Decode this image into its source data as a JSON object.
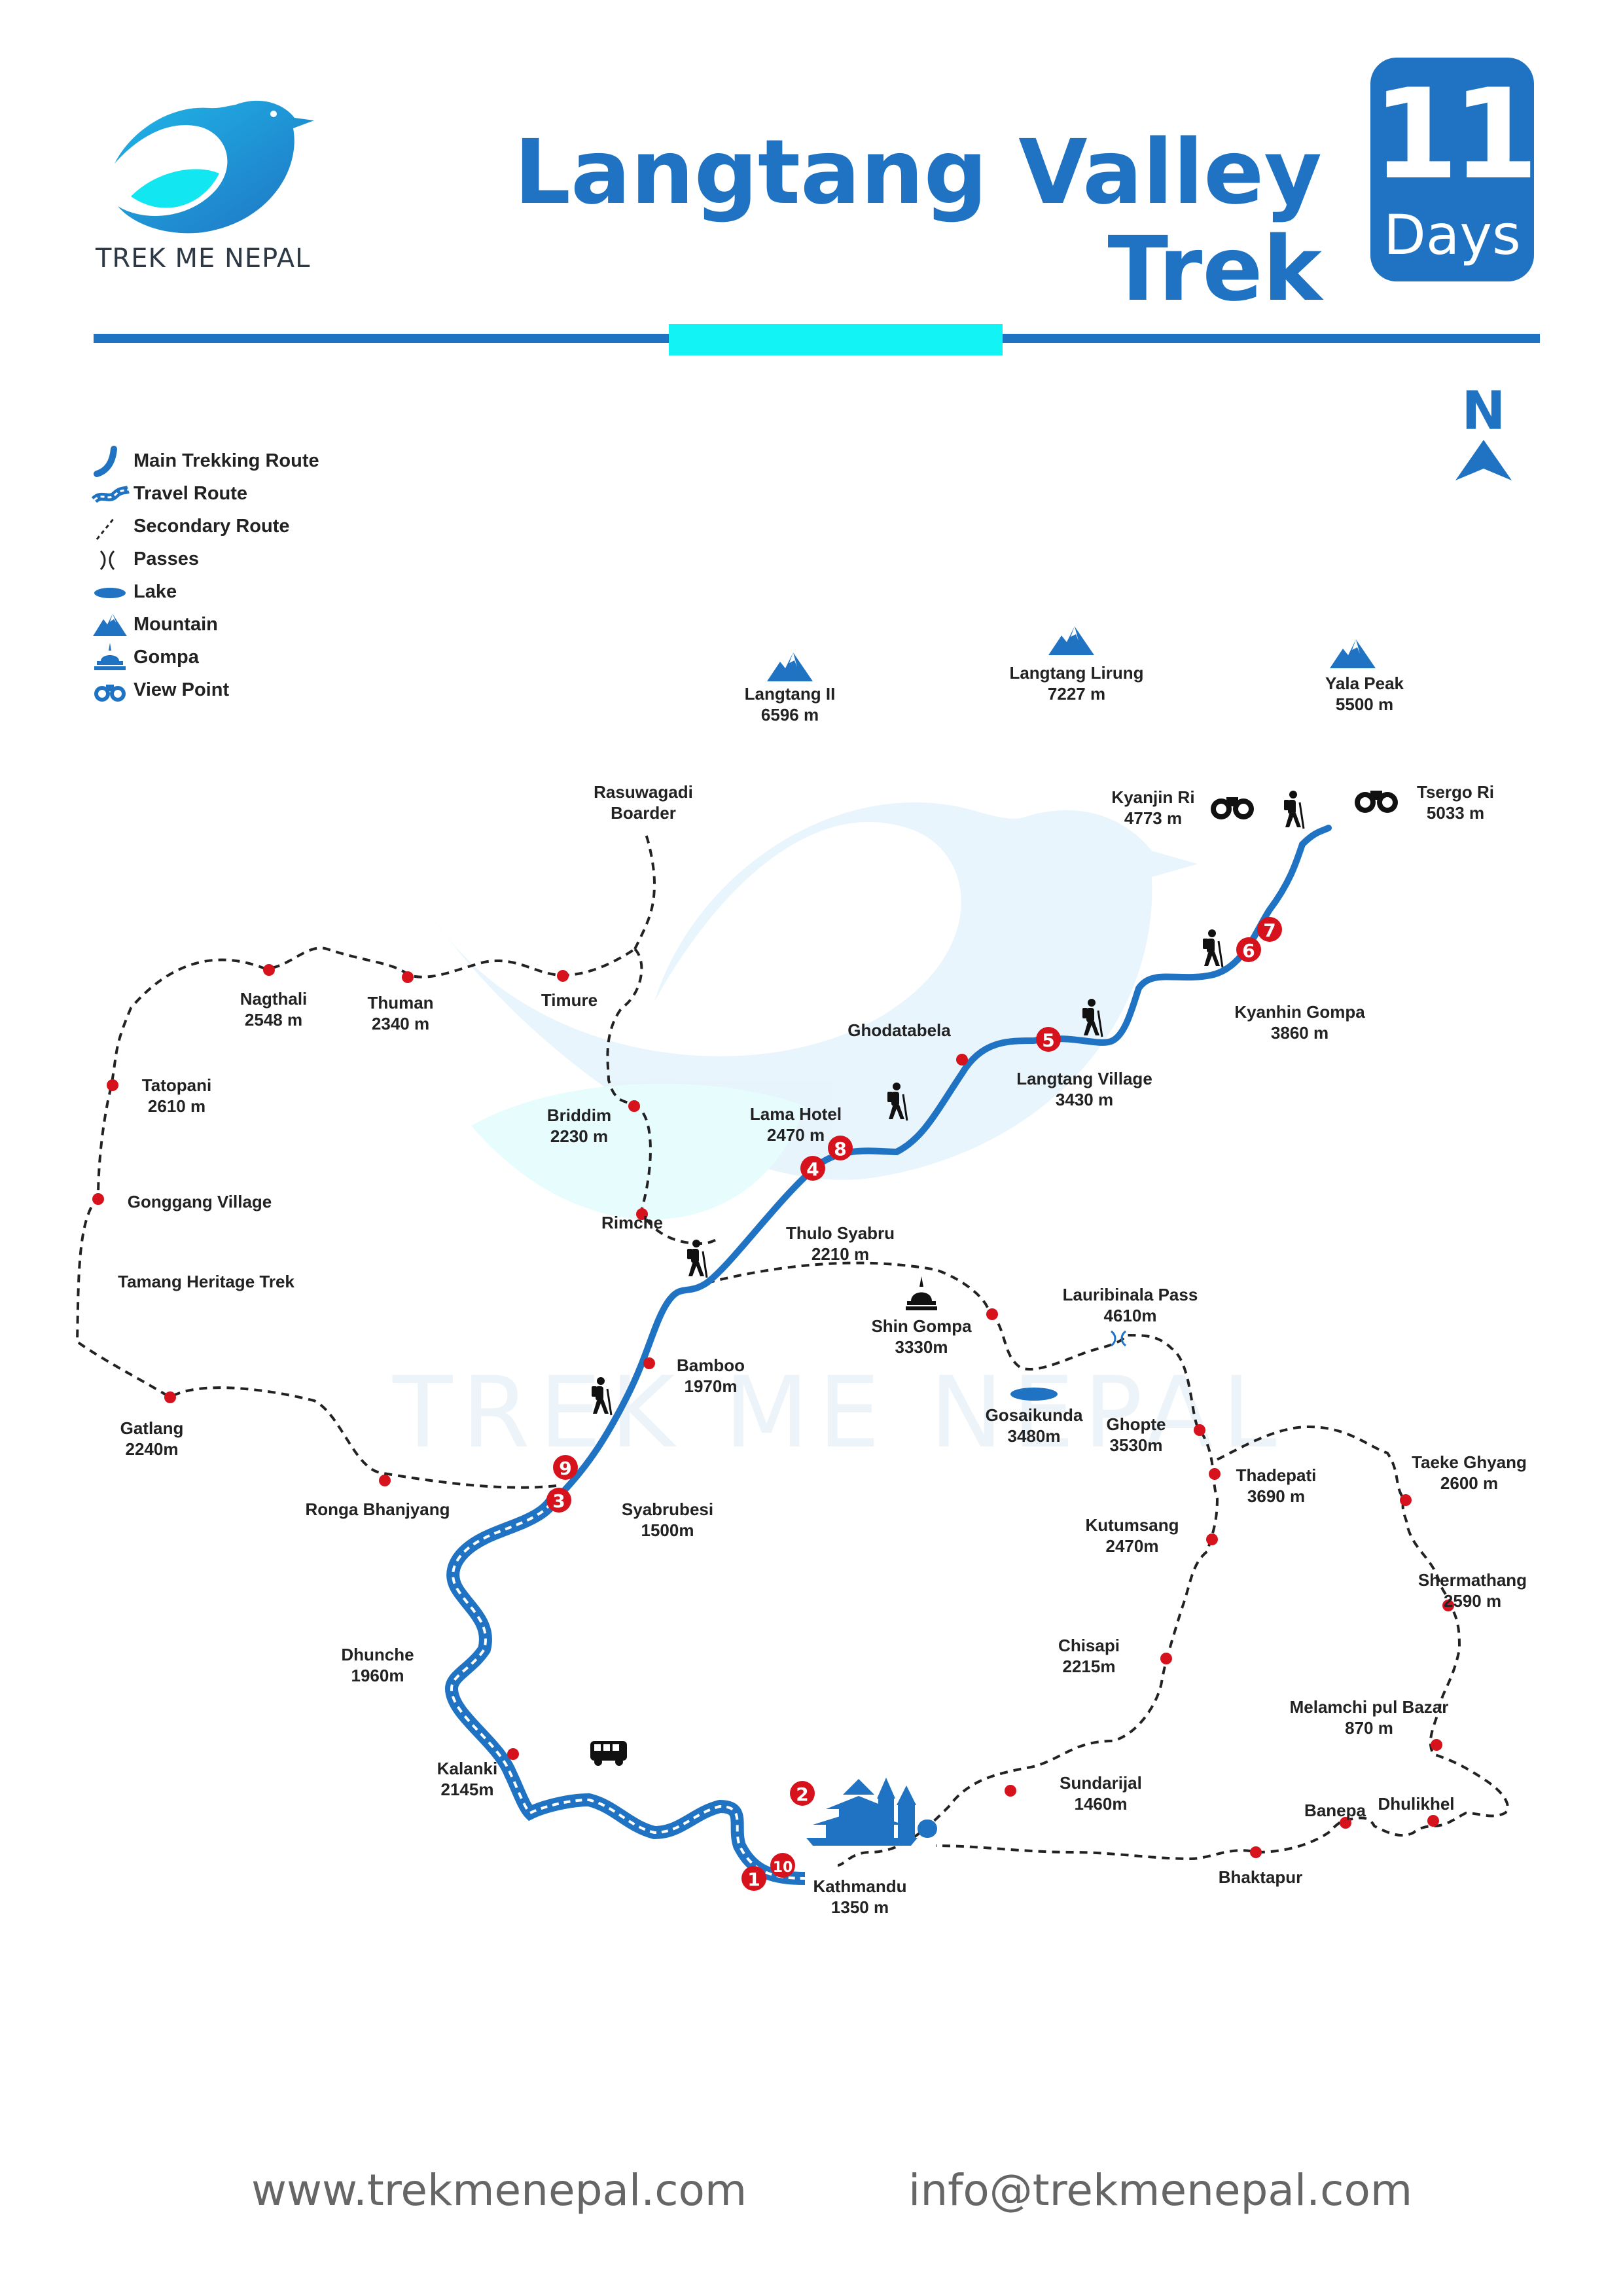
{
  "header": {
    "brand": "TREK ME NEPAL",
    "title_line1": "Langtang Valley",
    "title_line2": "Trek",
    "days_number": "11",
    "days_label": "Days"
  },
  "compass": {
    "label": "N"
  },
  "legend": [
    {
      "label": "Main Trekking Route",
      "icon": "main-route-icon"
    },
    {
      "label": "Travel Route",
      "icon": "travel-route-icon"
    },
    {
      "label": "Secondary Route",
      "icon": "secondary-route-icon"
    },
    {
      "label": "Passes",
      "icon": "pass-icon"
    },
    {
      "label": "Lake",
      "icon": "lake-icon"
    },
    {
      "label": "Mountain",
      "icon": "mountain-icon"
    },
    {
      "label": "Gompa",
      "icon": "gompa-icon"
    },
    {
      "label": "View Point",
      "icon": "binoculars-icon"
    }
  ],
  "mountains": [
    {
      "name": "Langtang II",
      "elevation": "6596 m"
    },
    {
      "name": "Langtang  Lirung",
      "elevation": "7227 m"
    },
    {
      "name": "Yala Peak",
      "elevation": "5500 m"
    }
  ],
  "places": [
    {
      "id": "rasuwagadi",
      "name": "Rasuwagadi",
      "elevation": "Boarder"
    },
    {
      "id": "kyanjinri",
      "name": "Kyanjin Ri",
      "elevation": "4773 m"
    },
    {
      "id": "tsergori",
      "name": "Tsergo Ri",
      "elevation": "5033 m"
    },
    {
      "id": "nagthali",
      "name": "Nagthali",
      "elevation": "2548 m"
    },
    {
      "id": "thuman",
      "name": "Thuman",
      "elevation": "2340 m"
    },
    {
      "id": "timure",
      "name": "Timure",
      "elevation": ""
    },
    {
      "id": "kyanhin",
      "name": "Kyanhin Gompa",
      "elevation": "3860 m"
    },
    {
      "id": "ghodatabela",
      "name": "Ghodatabela",
      "elevation": ""
    },
    {
      "id": "tatopani",
      "name": "Tatopani",
      "elevation": "2610 m"
    },
    {
      "id": "langtangvillage",
      "name": "Langtang Village",
      "elevation": "3430 m"
    },
    {
      "id": "lamahotel",
      "name": "Lama Hotel",
      "elevation": "2470 m"
    },
    {
      "id": "briddim",
      "name": "Briddim",
      "elevation": "2230 m"
    },
    {
      "id": "gonggang",
      "name": "Gonggang Village",
      "elevation": ""
    },
    {
      "id": "rimche",
      "name": "Rimche",
      "elevation": ""
    },
    {
      "id": "thulosyabru",
      "name": "Thulo Syabru",
      "elevation": "2210 m"
    },
    {
      "id": "tamang",
      "name": "Tamang Heritage Trek",
      "elevation": ""
    },
    {
      "id": "lauribinala",
      "name": "Lauribinala Pass",
      "elevation": "4610m"
    },
    {
      "id": "shingompa",
      "name": "Shin Gompa",
      "elevation": "3330m"
    },
    {
      "id": "bamboo",
      "name": "Bamboo",
      "elevation": "1970m"
    },
    {
      "id": "gosaikunda",
      "name": "Gosaikunda",
      "elevation": "3480m"
    },
    {
      "id": "ghopte",
      "name": "Ghopte",
      "elevation": "3530m"
    },
    {
      "id": "gatlang",
      "name": "Gatlang",
      "elevation": "2240m"
    },
    {
      "id": "taeke",
      "name": "Taeke Ghyang",
      "elevation": "2600 m"
    },
    {
      "id": "thadepati",
      "name": "Thadepati",
      "elevation": "3690 m"
    },
    {
      "id": "ronga",
      "name": "Ronga Bhanjyang",
      "elevation": ""
    },
    {
      "id": "syabrubesi",
      "name": "Syabrubesi",
      "elevation": "1500m"
    },
    {
      "id": "kutumsang",
      "name": "Kutumsang",
      "elevation": "2470m"
    },
    {
      "id": "shermathang",
      "name": "Shermathang",
      "elevation": "2590 m"
    },
    {
      "id": "dhunche",
      "name": "Dhunche",
      "elevation": "1960m"
    },
    {
      "id": "chisapi",
      "name": "Chisapi",
      "elevation": "2215m"
    },
    {
      "id": "melamchi",
      "name": "Melamchi pul Bazar",
      "elevation": "870 m"
    },
    {
      "id": "kalanki",
      "name": "Kalanki",
      "elevation": "2145m"
    },
    {
      "id": "sundarijal",
      "name": "Sundarijal",
      "elevation": "1460m"
    },
    {
      "id": "banepa",
      "name": "Banepa",
      "elevation": ""
    },
    {
      "id": "dhulikhel",
      "name": "Dhulikhel",
      "elevation": ""
    },
    {
      "id": "kathmandu",
      "name": "Kathmandu",
      "elevation": "1350 m"
    },
    {
      "id": "bhaktapur",
      "name": "Bhaktapur",
      "elevation": ""
    }
  ],
  "day_markers": [
    "1",
    "2",
    "3",
    "4",
    "5",
    "6",
    "7",
    "8",
    "9",
    "10"
  ],
  "watermark": "TREK ME NEPAL",
  "footer": {
    "website": "www.trekmenepal.com",
    "email": "info@trekmenepal.com"
  },
  "colors": {
    "primary_blue": "#1f73c2",
    "accent_cyan": "#12f3f5",
    "marker_red": "#d6131d",
    "route_dark": "#222222"
  }
}
